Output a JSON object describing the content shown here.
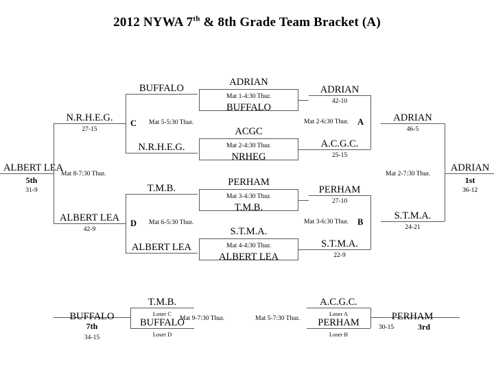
{
  "title": {
    "prefix": "2012 NYWA 7",
    "sup": "th",
    "suffix": " & 8th Grade Team Bracket (A)"
  },
  "bracket": {
    "round1": [
      {
        "id": "match-1",
        "top_team": "ADRIAN",
        "mat": "Mat  1-4:30  Thur.",
        "bottom_team": "BUFFALO"
      },
      {
        "id": "match-2",
        "top_team": "ACGC",
        "mat": "Mat 2-4:30  Thur.",
        "bottom_team": "NRHEG"
      },
      {
        "id": "match-3",
        "top_team": "PERHAM",
        "mat": "Mat 3-4:30  Thur.",
        "bottom_team": "T.M.B."
      },
      {
        "id": "match-4",
        "top_team": "S.T.M.A.",
        "mat": "Mat 4-4:30  Thur.",
        "bottom_team": "ALBERT LEA"
      }
    ],
    "fifth_place_feeders": [
      {
        "team": "BUFFALO",
        "slot": "c-top"
      },
      {
        "team": "N.R.H.E.G.",
        "slot": "c-bottom"
      },
      {
        "team": "T.M.B.",
        "slot": "d-top"
      },
      {
        "team": "ALBERT LEA",
        "slot": "d-bottom"
      }
    ],
    "consolation_semis": [
      {
        "label": "C",
        "mat": "Mat 5-5:30 Thur."
      },
      {
        "label": "D",
        "mat": "Mat 6-5:30 Thur."
      }
    ],
    "fifth_match": {
      "top_team": "N.R.H.E.G.",
      "top_record": "27-15",
      "bottom_team": "ALBERT LEA",
      "bottom_record": "42-9",
      "mat": "Mat 8-7:30  Thur.",
      "winner": "ALBERT LEA",
      "winner_place": "5th",
      "winner_record": "31-9"
    },
    "semifinals": [
      {
        "label": "A",
        "top_team": "ADRIAN",
        "top_record": "42-10",
        "bottom_team": "A.C.G.C.",
        "bottom_record": "25-15",
        "mat": "Mat 2-6:30 Thur."
      },
      {
        "label": "B",
        "top_team": "PERHAM",
        "top_record": "27-10",
        "bottom_team": "S.T.M.A.",
        "bottom_record": "22-9",
        "mat": "Mat 3-6:30 Thur."
      }
    ],
    "final": {
      "top_team": "ADRIAN",
      "top_record": "46-5",
      "bottom_team": "S.T.M.A.",
      "bottom_record": "24-21",
      "mat": "Mat 2-7:30  Thur.",
      "champion": "ADRIAN",
      "champion_place": "1st",
      "champion_record": "36-12"
    },
    "seventh_place": {
      "top_team": "T.M.B.",
      "top_source": "Loser  C",
      "bottom_team": "BUFFALO",
      "bottom_source": "Loser  D",
      "mat": "Mat 9-7:30  Thur.",
      "winner": "BUFFALO",
      "winner_place": "7th",
      "winner_record": "34-15"
    },
    "third_place": {
      "top_team": "A.C.G.C.",
      "top_source": "Loser A",
      "bottom_team": "PERHAM",
      "bottom_source": "Loser B",
      "mat": "Mat 5-7:30  Thur.",
      "winner": "PERHAM",
      "winner_place": "3rd",
      "winner_record": "30-15"
    }
  }
}
